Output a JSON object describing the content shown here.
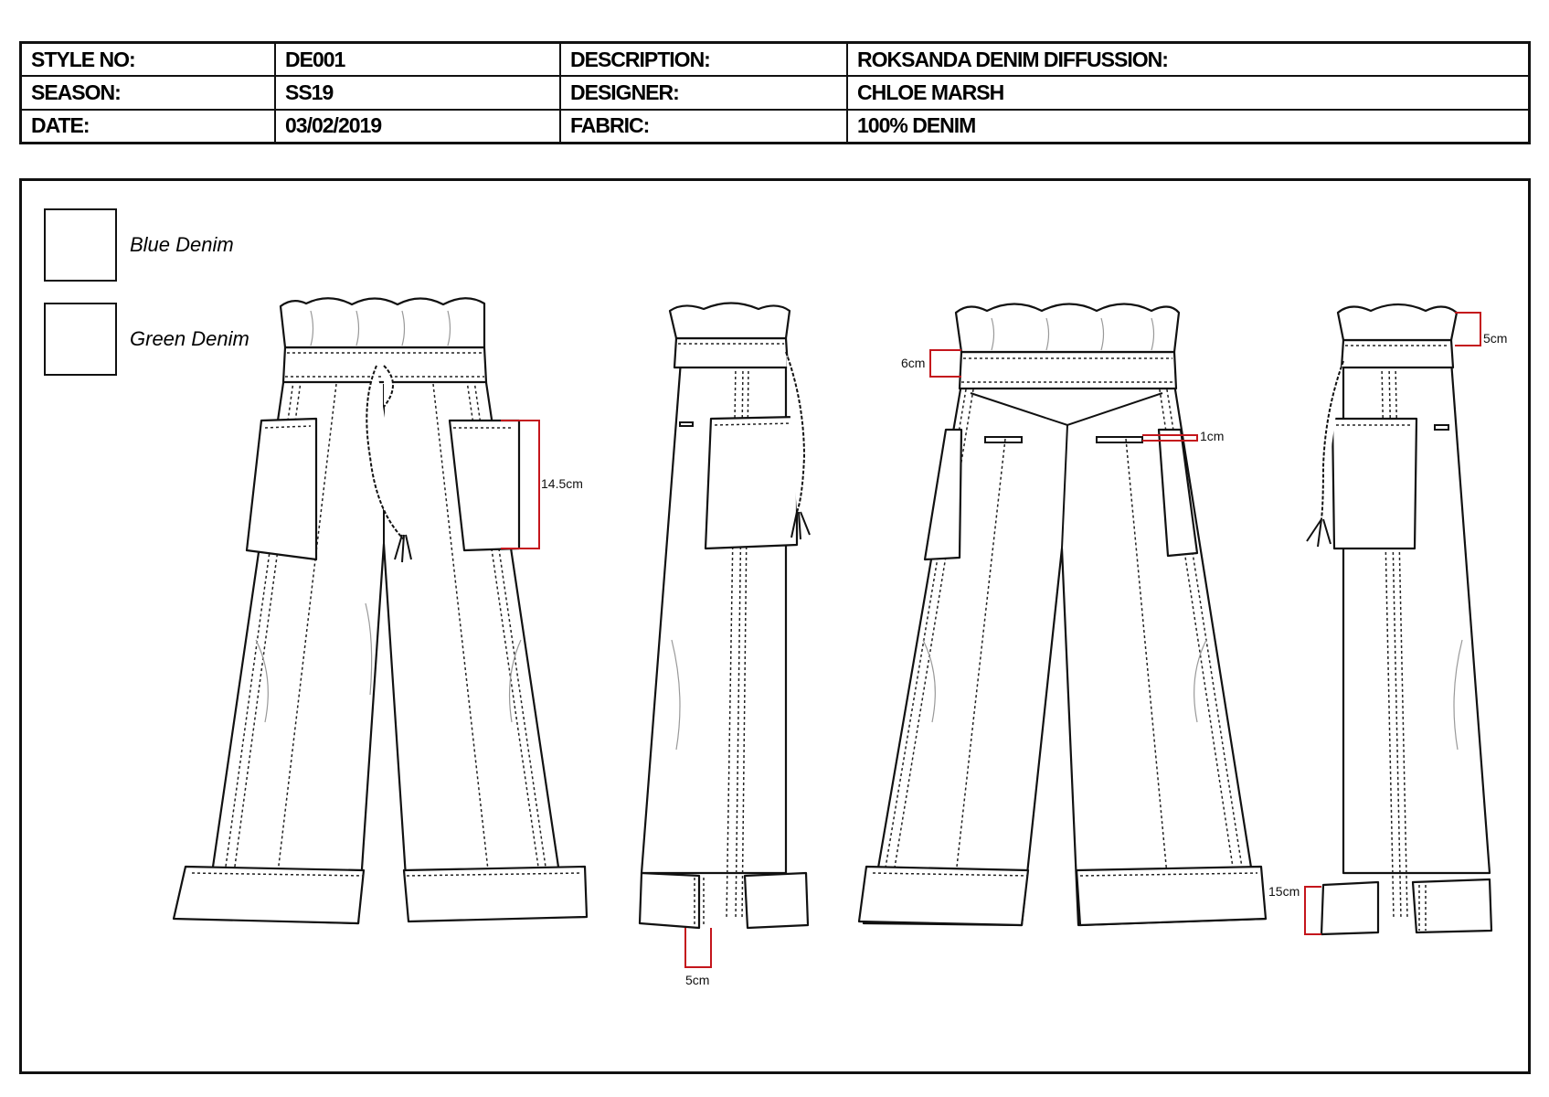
{
  "header": {
    "style_no_label": "STYLE NO:",
    "style_no_value": "DE001",
    "description_label": "DESCRIPTION:",
    "description_value": "ROKSANDA DENIM DIFFUSSION:",
    "season_label": "SEASON:",
    "season_value": "SS19",
    "designer_label": "DESIGNER:",
    "designer_value": "CHLOE MARSH",
    "date_label": "DATE:",
    "date_value": "03/02/2019",
    "fabric_label": "FABRIC:",
    "fabric_value": "100% DENIM"
  },
  "swatches": [
    {
      "label": "Blue Denim"
    },
    {
      "label": "Green Denim"
    }
  ],
  "measurements": {
    "front_pocket": "14.5cm",
    "side_cuff": "5cm",
    "back_waistband": "6cm",
    "back_welt": "1cm",
    "side_waist_frill": "5cm",
    "side_hem_cuff": "15cm"
  },
  "colors": {
    "dimension_line": "#c4161c",
    "outline": "#111111"
  }
}
